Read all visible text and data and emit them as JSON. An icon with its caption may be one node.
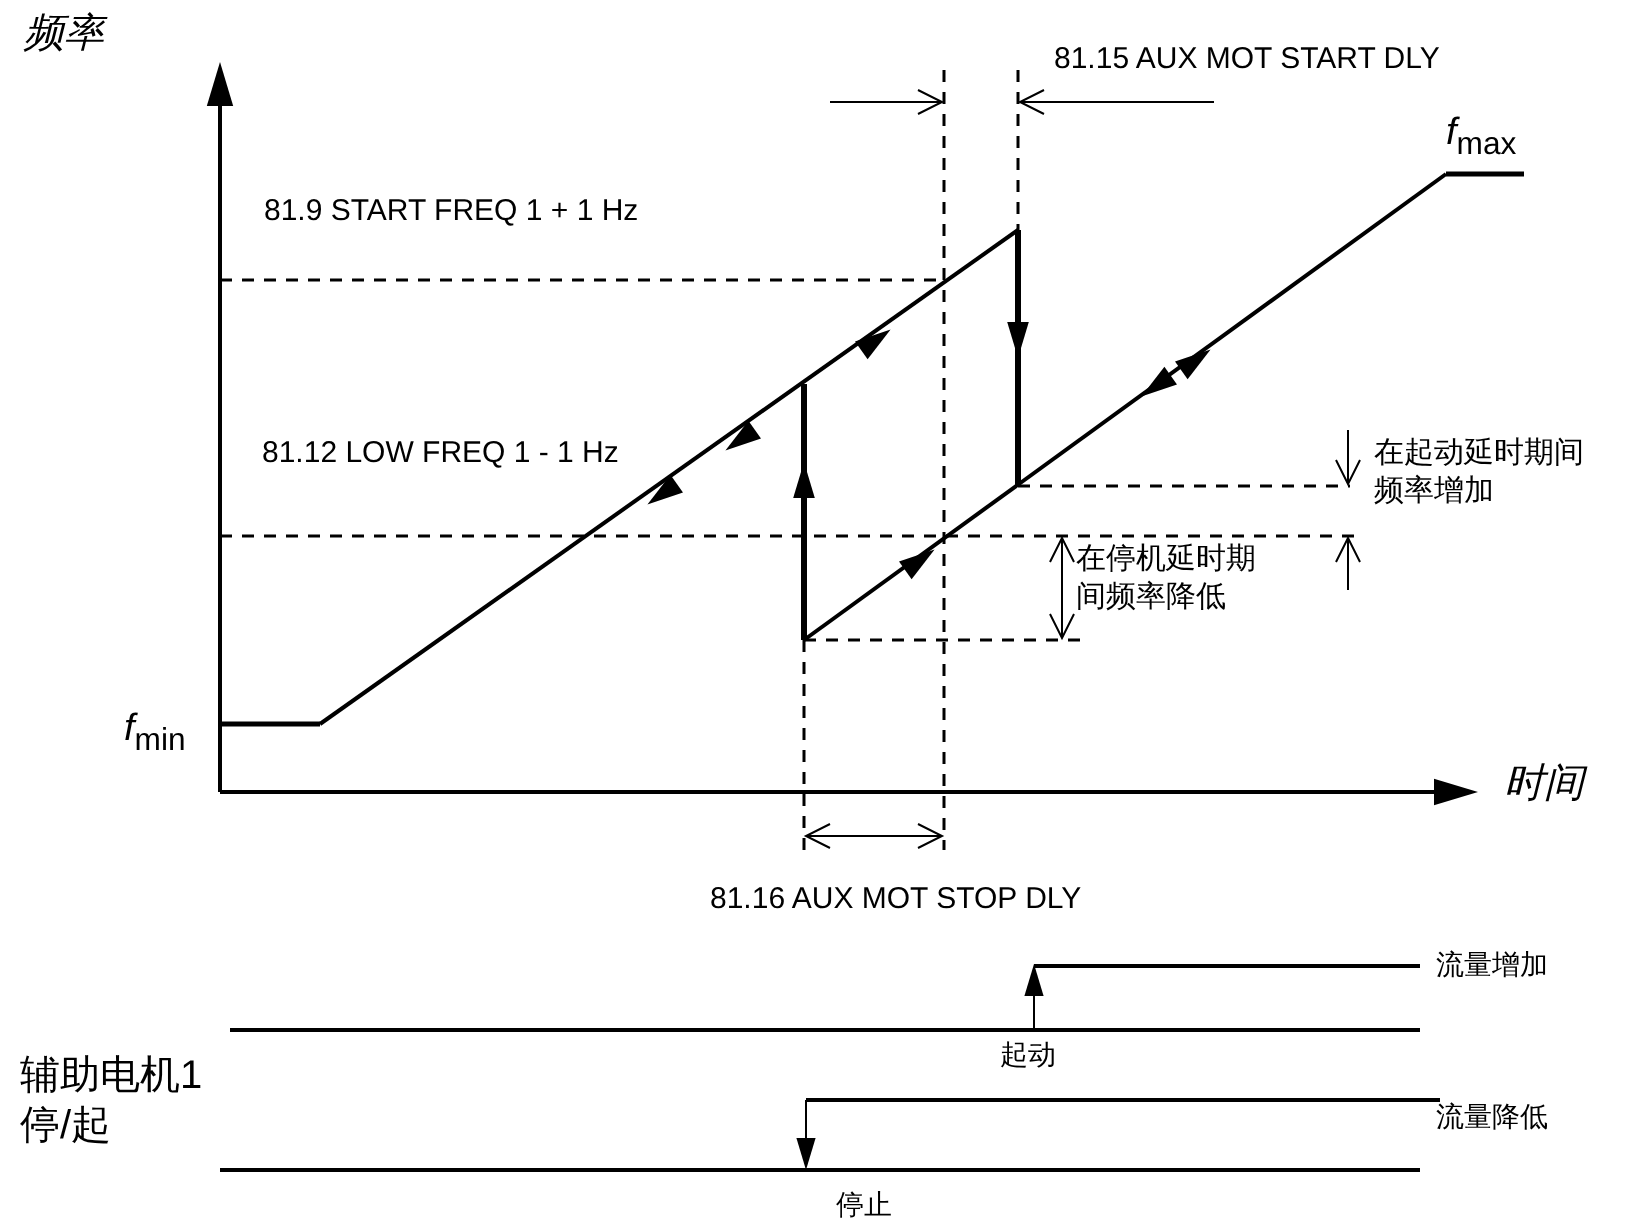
{
  "diagram": {
    "labels": [
      "频率",
      "81.15 AUX MOT START DLY",
      "*f*$_{max}$",
      "81.9 START FREQ 1 + 1 Hz",
      "81.12 LOW FREQ 1 - 1 Hz",
      "在起动延时期间频率增加",
      "在停机延时期间频率降低",
      "*f*$_{min}$",
      "时间",
      "81.16 AUX MOT STOP DLY",
      "流量增加",
      "辅助电机1停/起",
      "起动",
      "流量降低",
      "停止"
    ]
  }
}
